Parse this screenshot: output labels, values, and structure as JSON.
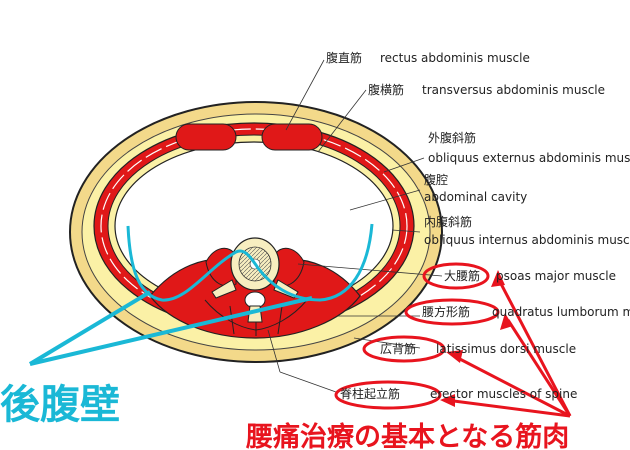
{
  "colors": {
    "muscle": "#e01818",
    "fat": "#fbf1a6",
    "skin": "#f3d98a",
    "outline": "#222222",
    "highlight_cyan": "#1ab8d6",
    "highlight_red": "#e8141e"
  },
  "labels": {
    "rectus_jp": "腹直筋",
    "rectus_en": "rectus abdominis muscle",
    "transversus_jp": "腹横筋",
    "transversus_en": "transversus abdominis muscle",
    "ext_oblique_jp": "外腹斜筋",
    "ext_oblique_en": "obliquus externus abdominis muscle",
    "cavity_jp": "腹腔",
    "cavity_en": "abdominal cavity",
    "int_oblique_jp": "内腹斜筋",
    "int_oblique_en": "obliquus internus abdominis muscle",
    "psoas_jp": "大腰筋",
    "psoas_en": "psoas major muscle",
    "quadratus_jp": "腰方形筋",
    "quadratus_en": "quadratus lumborum muscle",
    "latissimus_jp": "広背筋",
    "latissimus_en": "latissimus dorsi muscle",
    "erector_jp": "脊柱起立筋",
    "erector_en": "erector muscles of spine"
  },
  "annotations": {
    "posterior_wall": "後腹壁",
    "core_muscles": "腰痛治療の基本となる筋肉"
  }
}
